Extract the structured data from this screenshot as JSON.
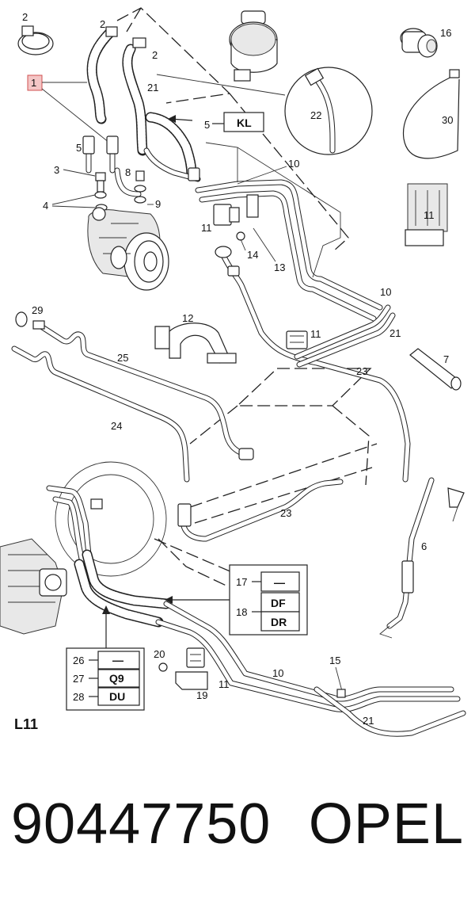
{
  "diagram": {
    "callouts": {
      "c1": "1",
      "c2a": "2",
      "c2b": "2",
      "c2c": "2",
      "c3": "3",
      "c4": "4",
      "c5a": "5",
      "c5b": "5",
      "c6": "6",
      "c7": "7",
      "c8": "8",
      "c9": "9",
      "c10a": "10",
      "c10b": "10",
      "c10c": "10",
      "c11a": "11",
      "c11b": "11",
      "c11c": "11",
      "c11d": "11",
      "c12": "12",
      "c13": "13",
      "c14": "14",
      "c15": "15",
      "c16": "16",
      "c19": "19",
      "c20": "20",
      "c21a": "21",
      "c21b": "21",
      "c21c": "21",
      "c22": "22",
      "c23a": "23",
      "c23b": "23",
      "c24": "24",
      "c25": "25",
      "c29": "29",
      "c30": "30"
    },
    "code_box_5": {
      "num": "5",
      "code": "KL"
    },
    "code_box_17_18": {
      "num17": "17",
      "code17": "—",
      "num18": "18",
      "code18a": "DF",
      "code18b": "DR"
    },
    "code_box_26_28": {
      "num26": "26",
      "code26": "—",
      "num27": "27",
      "code27": "Q9",
      "num28": "28",
      "code28": "DU"
    },
    "section_label": "L11"
  },
  "footer": {
    "part_number": "90447750",
    "brand": "OPEL"
  },
  "colors": {
    "highlight_box": "#f4c6c6",
    "highlight_border": "#d05050"
  }
}
